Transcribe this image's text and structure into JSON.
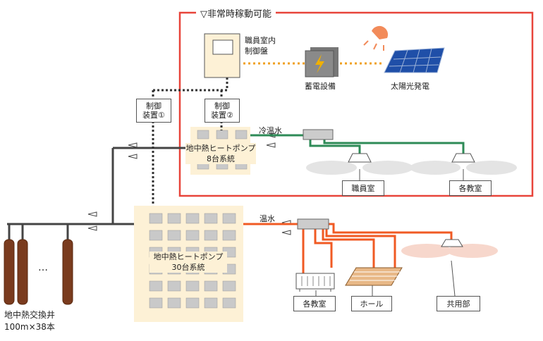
{
  "emergency": {
    "title": "▽非常時稼動可能",
    "border_color": "#e8443a"
  },
  "nodes": {
    "control_panel": "職員室内\n制御盤",
    "storage": "蓄電設備",
    "solar": "太陽光発電",
    "controller1": "制御\n装置①",
    "controller2": "制御\n装置②",
    "hp8": "地中熱ヒートポンプ\n8台系統",
    "hp30": "地中熱ヒートポンプ\n30台系統",
    "well": "地中熱交換井\n100m×38本",
    "ellipsis": "…"
  },
  "pipes": {
    "cold_hot": "冷温水",
    "hot": "温水"
  },
  "rooms": {
    "staff": "職員室",
    "class_upper": "各教室",
    "class_lower": "各教室",
    "hall": "ホール",
    "common": "共用部"
  },
  "colors": {
    "power_line": "#f0a020",
    "control_line": "#333333",
    "cold_hot_line": "#2e8b57",
    "hot_line": "#f05a23",
    "ground_line": "#444444",
    "well_pipe": "#7a3b1e",
    "hp_fill": "#fdf1d6"
  }
}
